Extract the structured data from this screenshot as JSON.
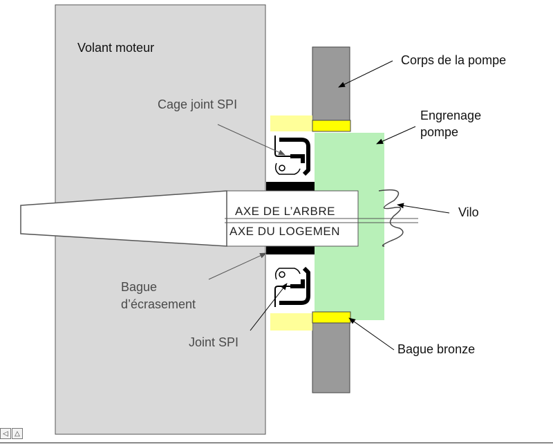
{
  "labels": {
    "volant_moteur": "Volant moteur",
    "corps_pompe": "Corps de la pompe",
    "cage_joint_spi": "Cage joint SPI",
    "engrenage_line1": "Engrenage",
    "engrenage_line2": "pompe",
    "vilo": "Vilo",
    "bague_ecrasement_line1": "Bague",
    "bague_ecrasement_line2": "d’écrasement",
    "joint_spi": "Joint SPI",
    "bague_bronze": "Bague bronze",
    "axe_arbre": "AXE DE L’ARBRE",
    "axe_logement": "AXE DU LOGEMEN"
  },
  "colors": {
    "volant": "#d9d9d9",
    "pump_body": "#9a9a9a",
    "gear": "#b8f0b8",
    "bronze": "#ffff00",
    "seal_cage_bg": "#ffff99",
    "outline": "#555555",
    "black_ring": "#000000"
  },
  "icons": {
    "nav_left": "navigate-left-icon",
    "nav_up": "navigate-up-icon"
  }
}
